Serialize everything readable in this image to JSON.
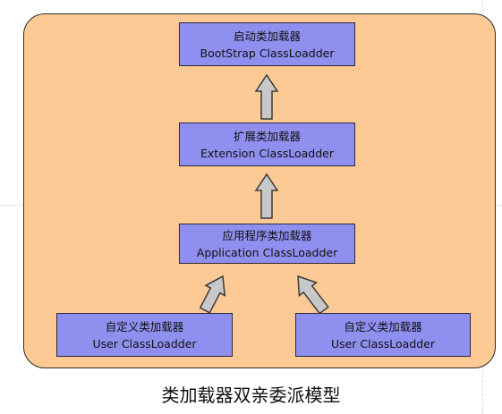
{
  "nodes": {
    "bootstrap": {
      "title": "启动类加载器",
      "subtitle": "BootStrap ClassLoadder"
    },
    "extension": {
      "title": "扩展类加载器",
      "subtitle": "Extension ClassLoadder"
    },
    "application": {
      "title": "应用程序类加载器",
      "subtitle": "Application ClassLoadder"
    },
    "user_left": {
      "title": "自定义类加载器",
      "subtitle": "User ClassLoadder"
    },
    "user_right": {
      "title": "自定义类加载器",
      "subtitle": "User ClassLoadder"
    }
  },
  "edges": [
    {
      "from": "extension",
      "to": "bootstrap"
    },
    {
      "from": "application",
      "to": "extension"
    },
    {
      "from": "user_left",
      "to": "application"
    },
    {
      "from": "user_right",
      "to": "application"
    }
  ],
  "caption": "类加载器双亲委派模型",
  "colors": {
    "panel_fill": "#fdc995",
    "node_fill": "#8f8ff0",
    "arrow_fill": "#c8c8c8",
    "arrow_stroke": "#3a3a3a"
  }
}
